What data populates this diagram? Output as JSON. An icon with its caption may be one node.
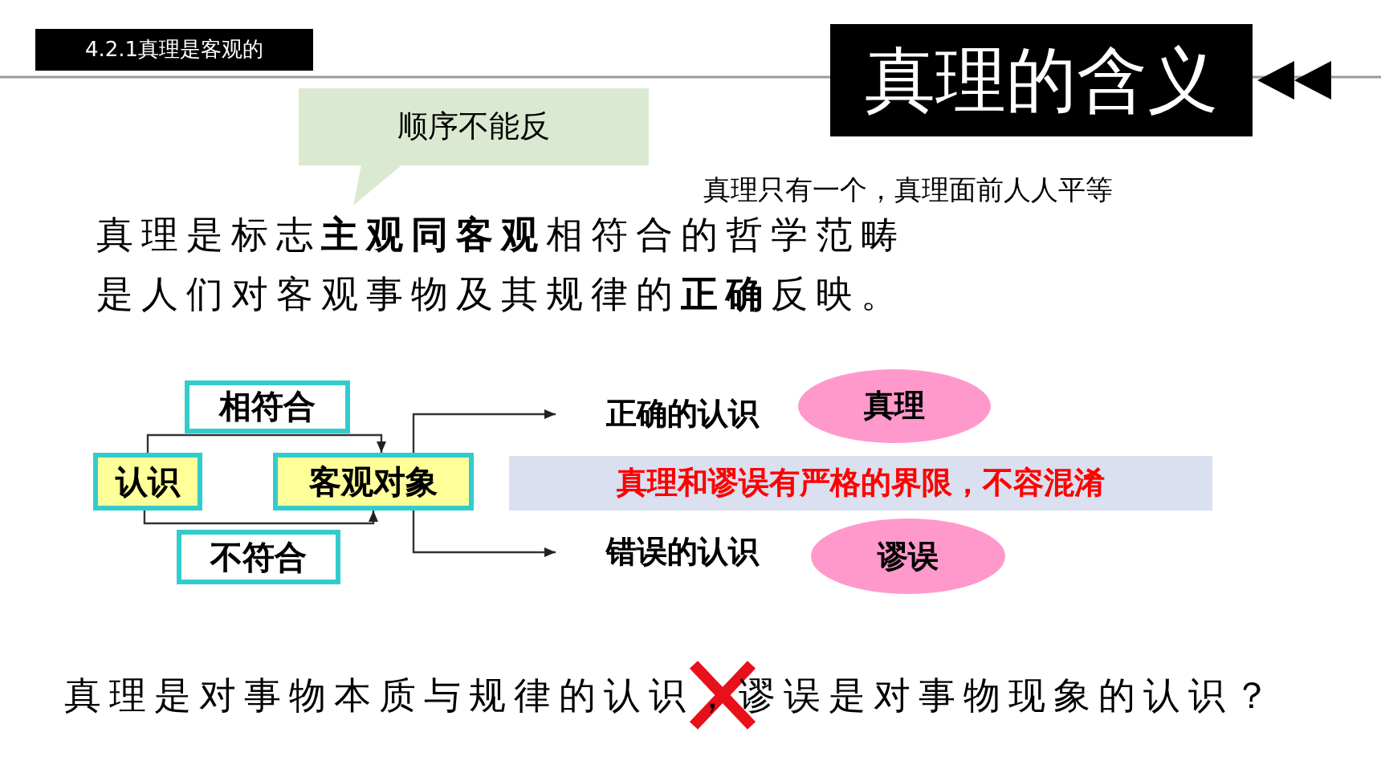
{
  "diagram": {
    "title": "真理的含义",
    "nodes": [
      {
        "text": [
          "顺序不能反"
        ]
      },
      {
        "text": [
          "相符合"
        ]
      },
      {
        "text": [
          "认识"
        ]
      },
      {
        "text": [
          "客观对象"
        ]
      },
      {
        "text": [
          "不符合"
        ]
      },
      {
        "text": [
          "正确的认识"
        ]
      },
      {
        "text": [
          "真理"
        ]
      },
      {
        "text": [
          "真理和谬误有严格的界限，不容混淆"
        ]
      },
      {
        "text": [
          "错误的认识"
        ]
      },
      {
        "text": [
          "谬误"
        ]
      }
    ],
    "edges": [
      {
        "from": 2,
        "to": 3,
        "arrow": "to"
      },
      {
        "from": 2,
        "to": 3,
        "arrow": "to"
      },
      {
        "from": 3,
        "to": 5,
        "arrow": "to"
      },
      {
        "from": 3,
        "to": 8,
        "arrow": "to"
      }
    ],
    "labels": [
      "4.2.1真理是客观的",
      "真理只有一个，真理面前人人平等",
      "真理是标志**主观同客观**相符合的哲学范畴",
      "是人们对客观事物及其规律的**正确**反映。",
      "真理是对事物本质与规律的认识，谬误是对事物现象的认识？"
    ]
  }
}
